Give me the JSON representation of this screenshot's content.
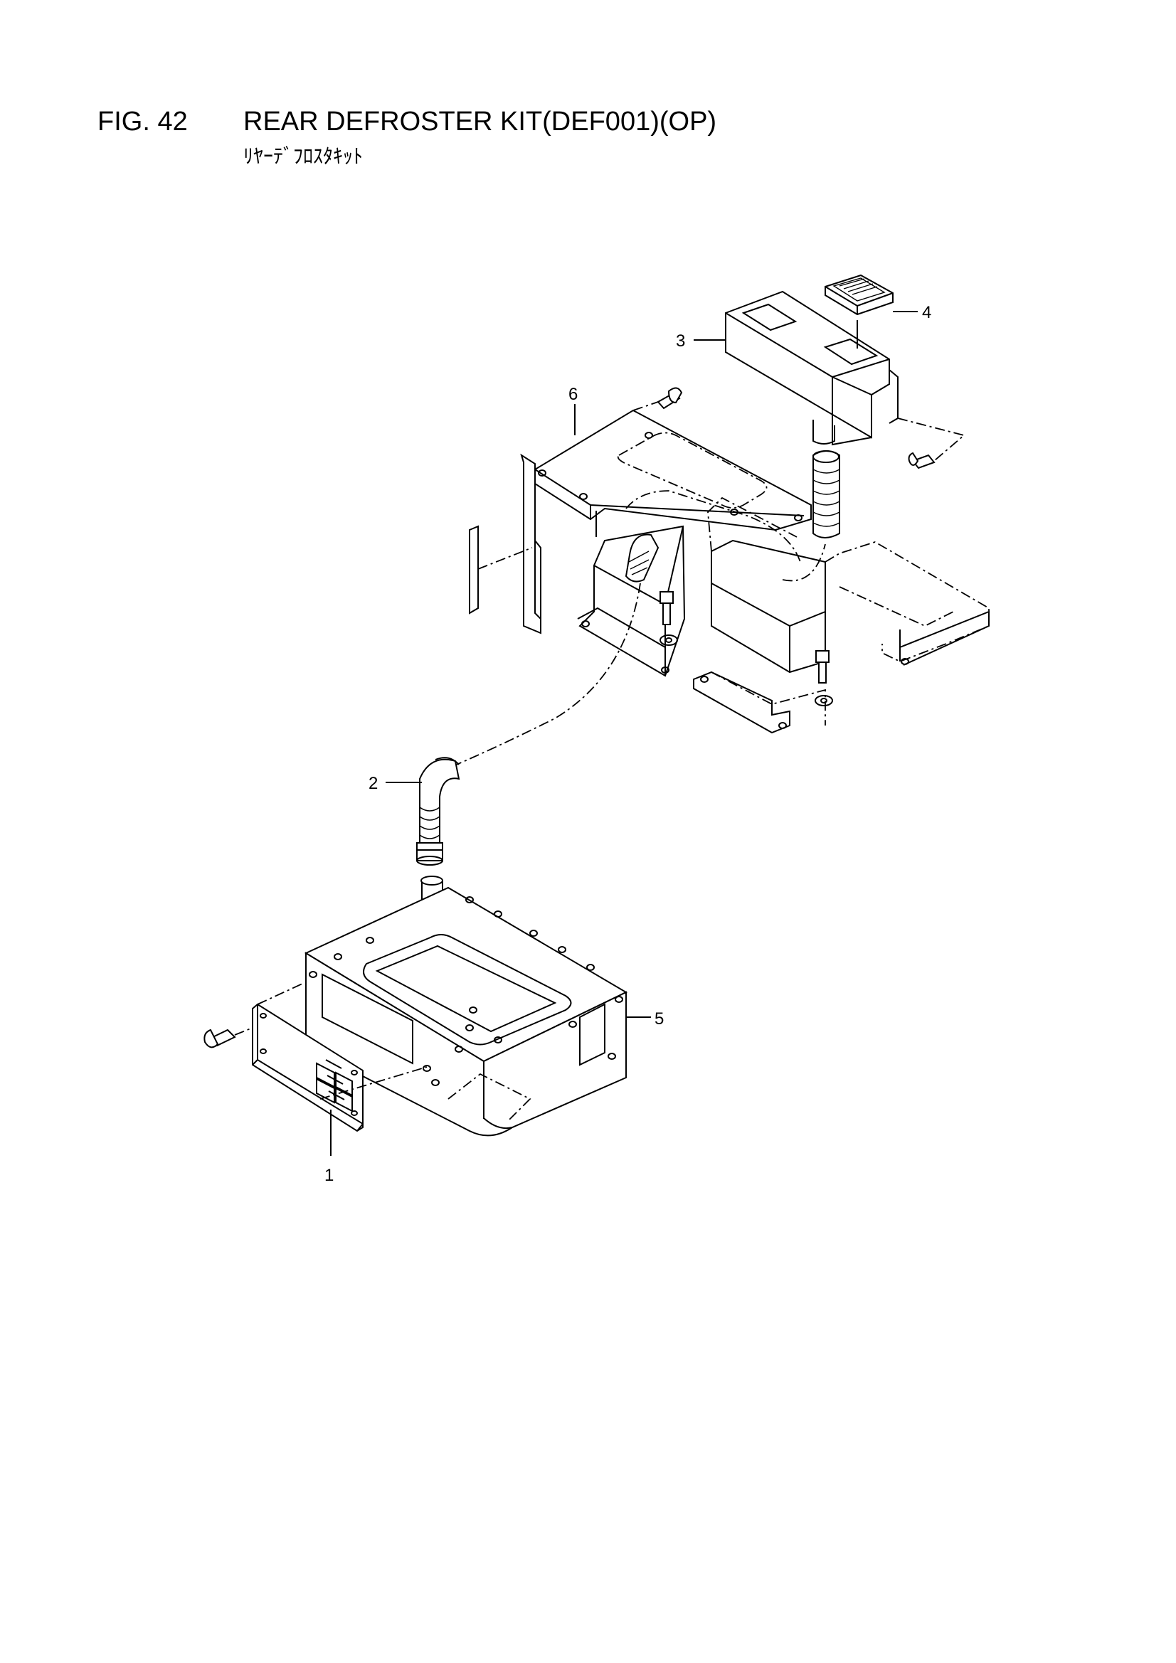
{
  "figure": {
    "number_label": "FIG. 42",
    "title": "REAR DEFROSTER KIT(DEF001)(OP)",
    "subtitle_jp": "ﾘﾔｰﾃﾞﾌﾛｽﾀｷｯﾄ"
  },
  "callouts": [
    {
      "id": "1",
      "label": "1"
    },
    {
      "id": "2",
      "label": "2"
    },
    {
      "id": "3",
      "label": "3"
    },
    {
      "id": "4",
      "label": "4"
    },
    {
      "id": "5",
      "label": "5"
    },
    {
      "id": "6",
      "label": "6"
    }
  ]
}
